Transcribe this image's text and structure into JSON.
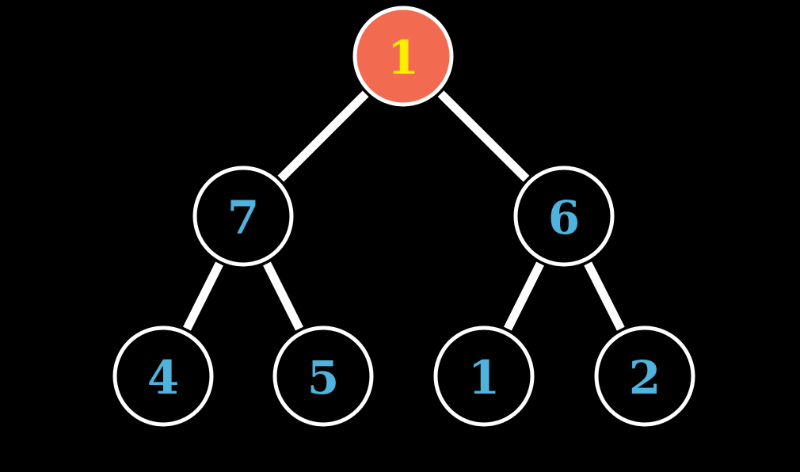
{
  "colors": {
    "background": "#000000",
    "edge": "#ffffff",
    "node_stroke": "#ffffff",
    "node_fill": "#000000",
    "node_text": "#4fb3dd",
    "highlight_fill": "#f26b50",
    "highlight_text": "#ffee00"
  },
  "tree": {
    "nodes": [
      {
        "label": "1",
        "highlighted": true
      },
      {
        "label": "7",
        "highlighted": false
      },
      {
        "label": "6",
        "highlighted": false
      },
      {
        "label": "4",
        "highlighted": false
      },
      {
        "label": "5",
        "highlighted": false
      },
      {
        "label": "1",
        "highlighted": false
      },
      {
        "label": "2",
        "highlighted": false
      }
    ]
  }
}
